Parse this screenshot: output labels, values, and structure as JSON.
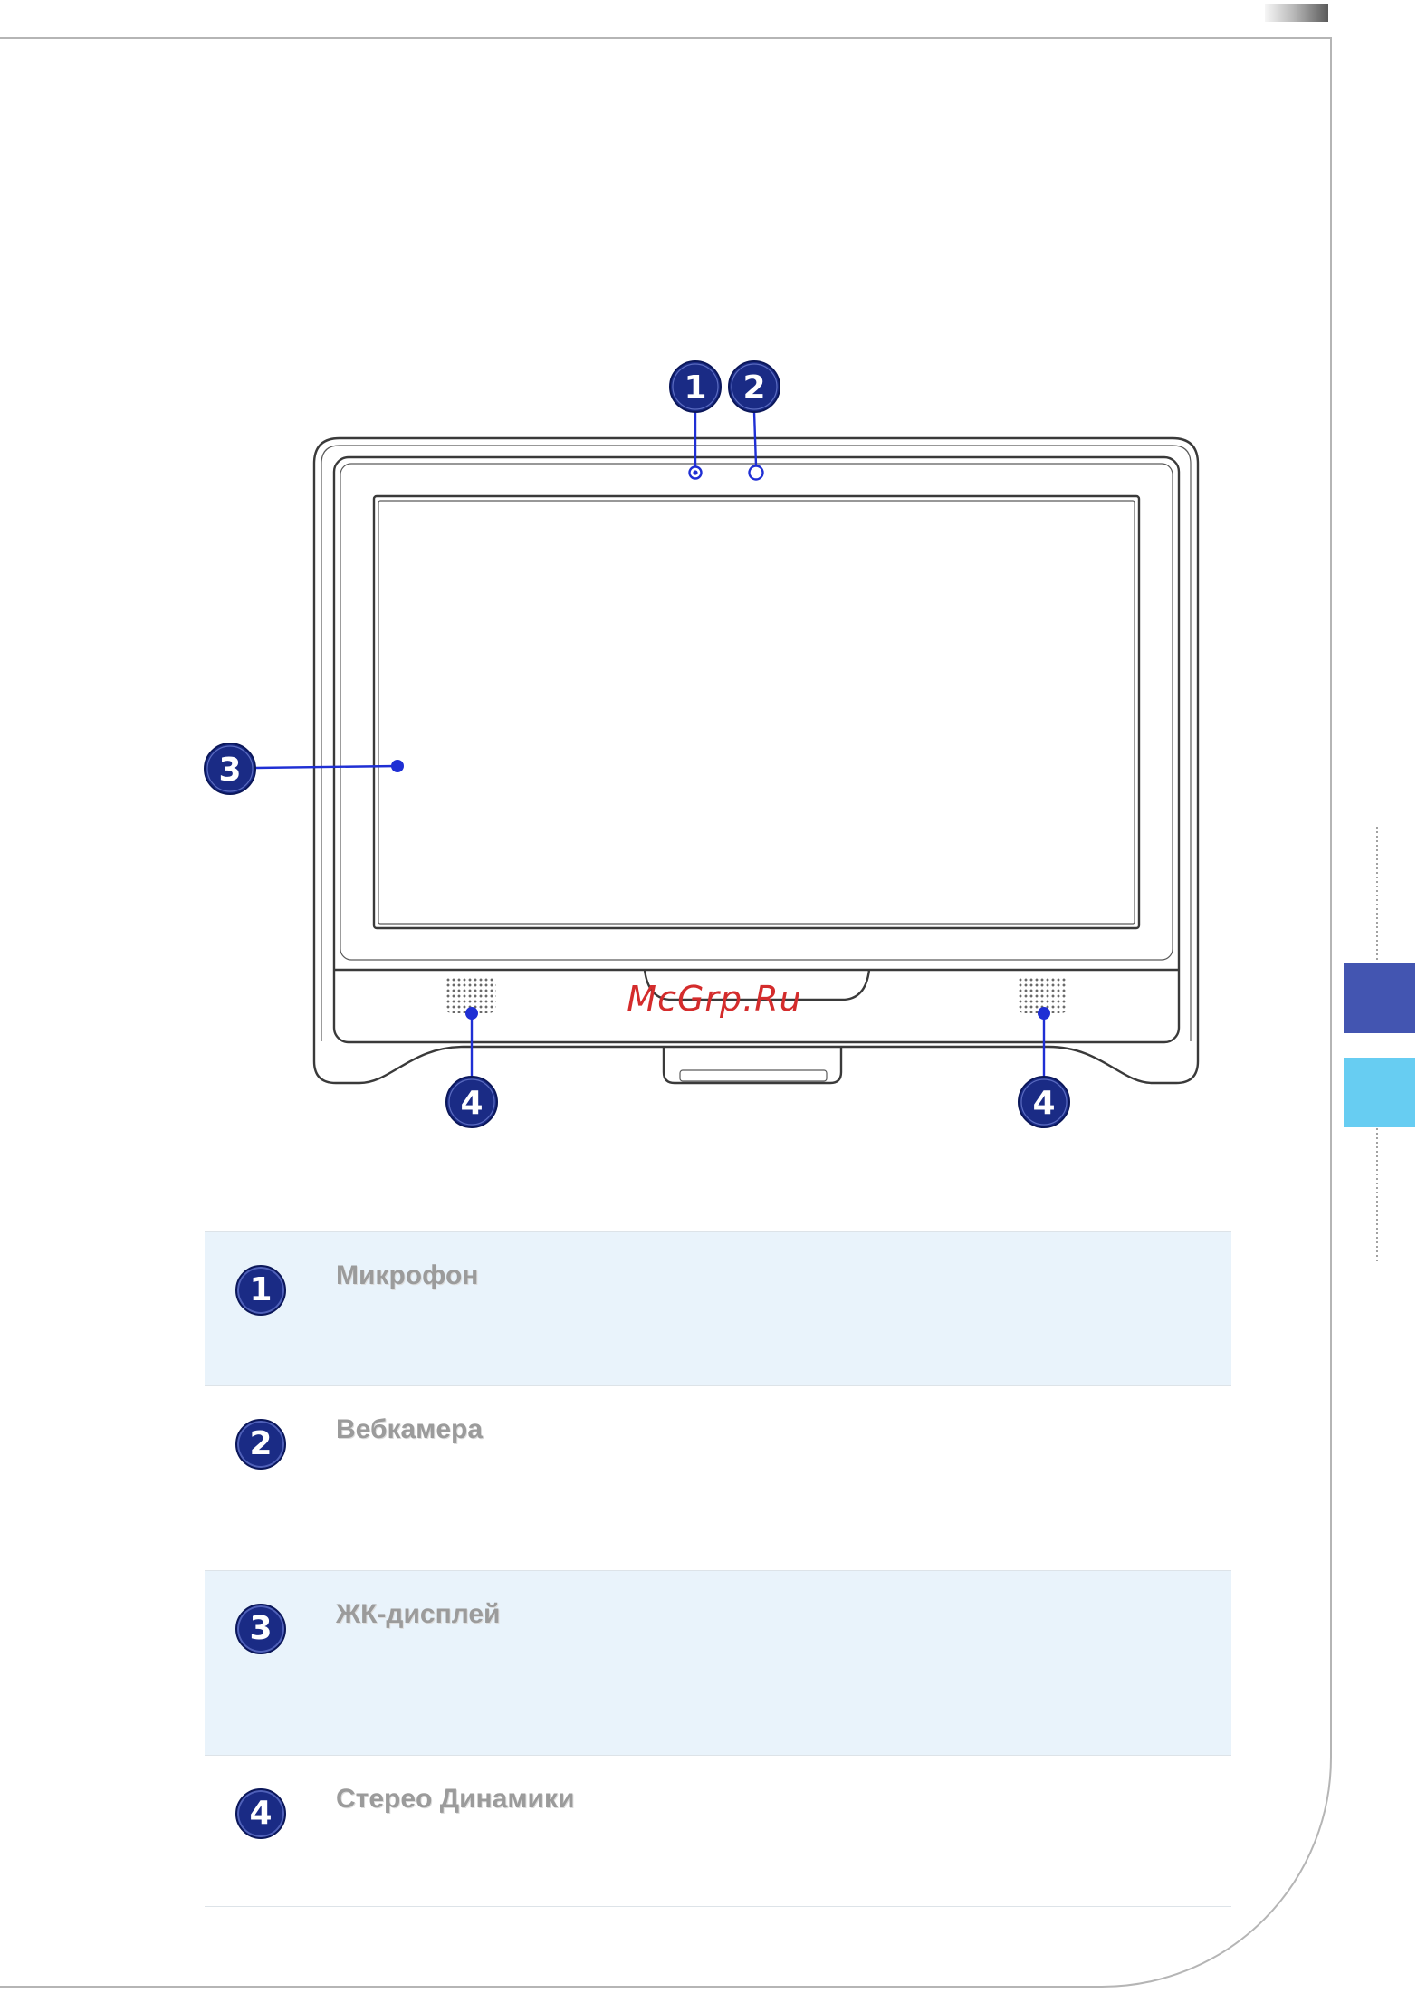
{
  "diagram": {
    "callouts": [
      "1",
      "2",
      "3",
      "4",
      "4"
    ],
    "watermark": "McGrp.Ru"
  },
  "table": {
    "rows": [
      {
        "num": "1",
        "label": "Микрофон"
      },
      {
        "num": "2",
        "label": "Вебкамера"
      },
      {
        "num": "3",
        "label": "ЖК-дисплей"
      },
      {
        "num": "4",
        "label": "Стерео Динамики"
      }
    ]
  },
  "icons": {
    "callout": "numbered-circle-icon",
    "microphone": "microphone-hole-icon",
    "webcam": "webcam-lens-icon",
    "speaker": "speaker-grille-icon"
  },
  "colors": {
    "callout_fill": "#1a2b85",
    "leader_line": "#1f2fd4",
    "highlight_row": "#e9f3fb",
    "index_tab_dark": "#4355b1",
    "index_tab_light": "#67cdf2",
    "watermark": "#d42c2c",
    "part_label": "#9b9b9b",
    "page_frame": "#b5b5b5"
  }
}
